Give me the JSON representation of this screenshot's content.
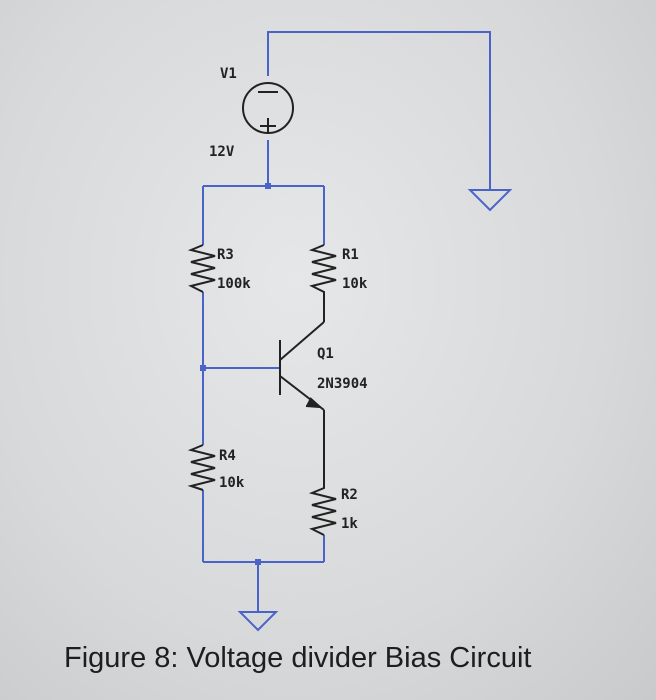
{
  "components": {
    "v1": {
      "name": "V1",
      "value": "12V"
    },
    "r3": {
      "name": "R3",
      "value": "100k"
    },
    "r1": {
      "name": "R1",
      "value": "10k"
    },
    "q1": {
      "name": "Q1",
      "value": "2N3904"
    },
    "r4": {
      "name": "R4",
      "value": "10k"
    },
    "r2": {
      "name": "R2",
      "value": "1k"
    }
  },
  "caption": "Figure 8: Voltage divider Bias Circuit",
  "colors": {
    "wire": "#4a63c8",
    "component": "#222222",
    "background": "#d9dadb"
  }
}
